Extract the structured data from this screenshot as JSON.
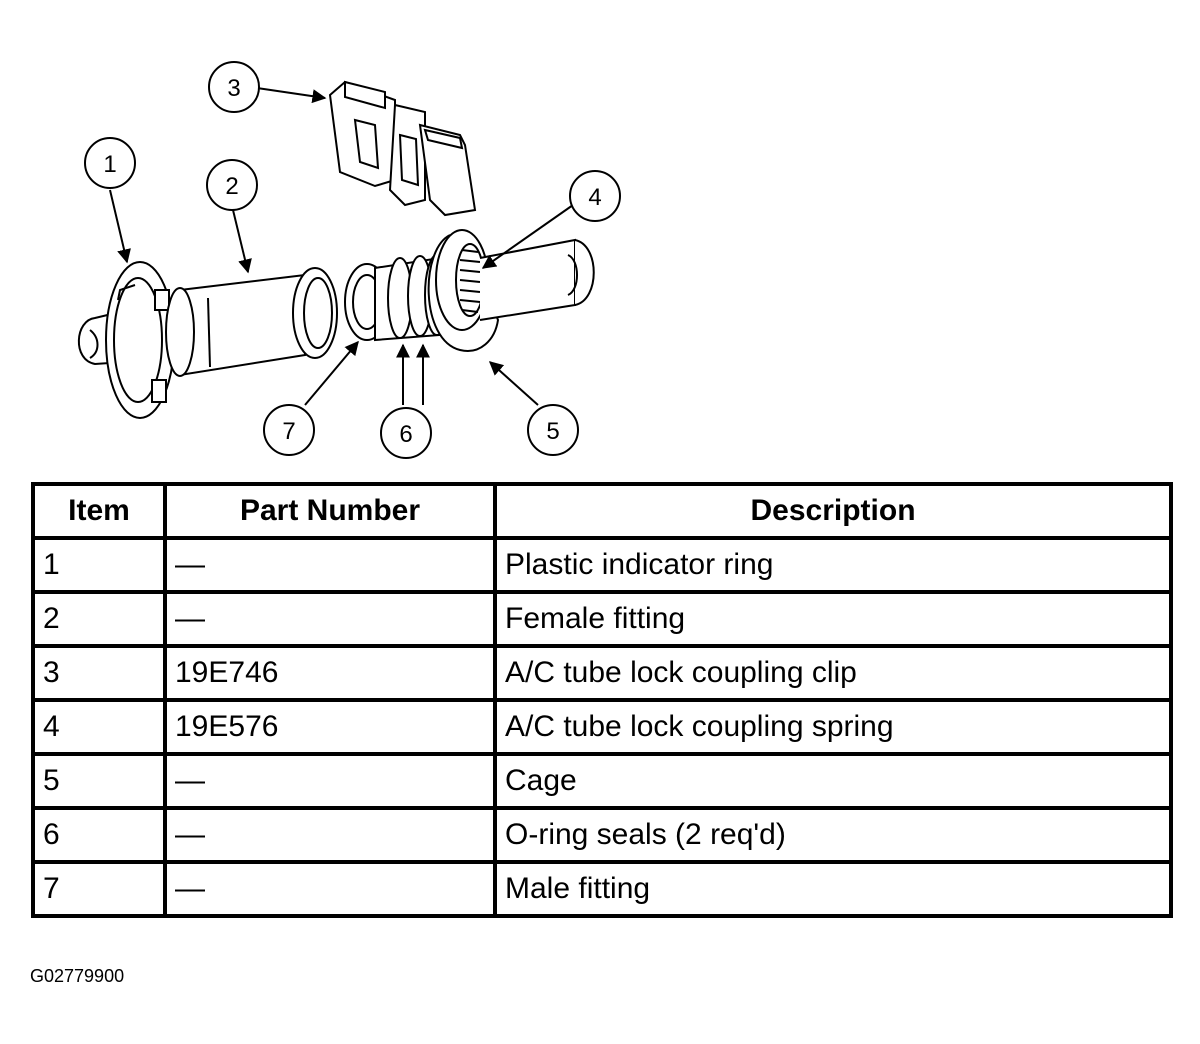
{
  "diagram": {
    "callouts": [
      "1",
      "2",
      "3",
      "4",
      "5",
      "6",
      "7"
    ]
  },
  "table": {
    "headers": {
      "item": "Item",
      "part_number": "Part Number",
      "description": "Description"
    },
    "rows": [
      {
        "item": "1",
        "part_number": "—",
        "description": "Plastic indicator ring"
      },
      {
        "item": "2",
        "part_number": "—",
        "description": "Female fitting"
      },
      {
        "item": "3",
        "part_number": "19E746",
        "description": "A/C tube lock coupling clip"
      },
      {
        "item": "4",
        "part_number": "19E576",
        "description": "A/C tube lock coupling spring"
      },
      {
        "item": "5",
        "part_number": "—",
        "description": "Cage"
      },
      {
        "item": "6",
        "part_number": "—",
        "description": "O-ring seals (2 req'd)"
      },
      {
        "item": "7",
        "part_number": "—",
        "description": "Male fitting"
      }
    ]
  },
  "figure_id": "G02779900"
}
